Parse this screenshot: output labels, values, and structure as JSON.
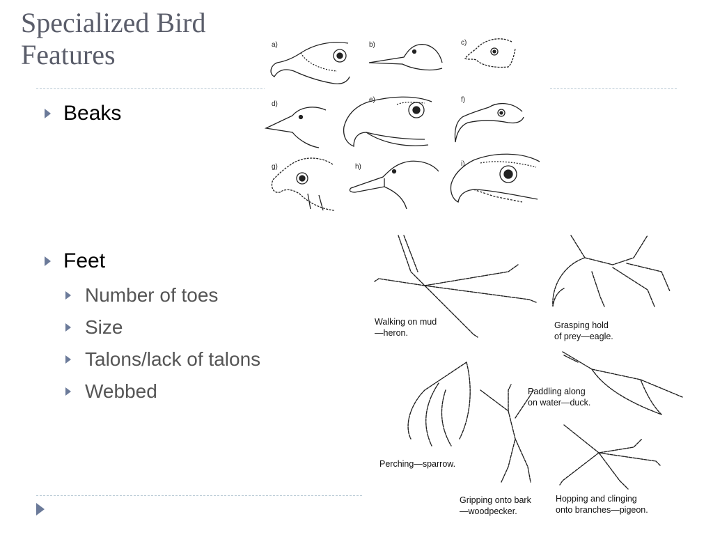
{
  "title": "Specialized Bird Features",
  "bullets": {
    "beaks": "Beaks",
    "feet": "Feet",
    "sub": [
      "Number of toes",
      "Size",
      "Talons/lack of talons",
      "Webbed"
    ]
  },
  "beak_labels": [
    "a)",
    "b)",
    "c)",
    "d)",
    "e)",
    "f)",
    "g)",
    "h)",
    "i)"
  ],
  "feet_captions": {
    "heron": [
      "Walking on mud",
      "—heron."
    ],
    "eagle": [
      "Grasping hold",
      "of prey—eagle."
    ],
    "duck": [
      "Paddling along",
      "on water—duck."
    ],
    "sparrow": [
      "Perching—sparrow."
    ],
    "woodpecker": [
      "Gripping onto bark",
      "—woodpecker."
    ],
    "pigeon": [
      "Hopping and clinging",
      "onto branches—pigeon."
    ]
  },
  "colors": {
    "accent": "#6b7a99",
    "title": "#5a5d6a",
    "rule": "#b8c9d4"
  }
}
